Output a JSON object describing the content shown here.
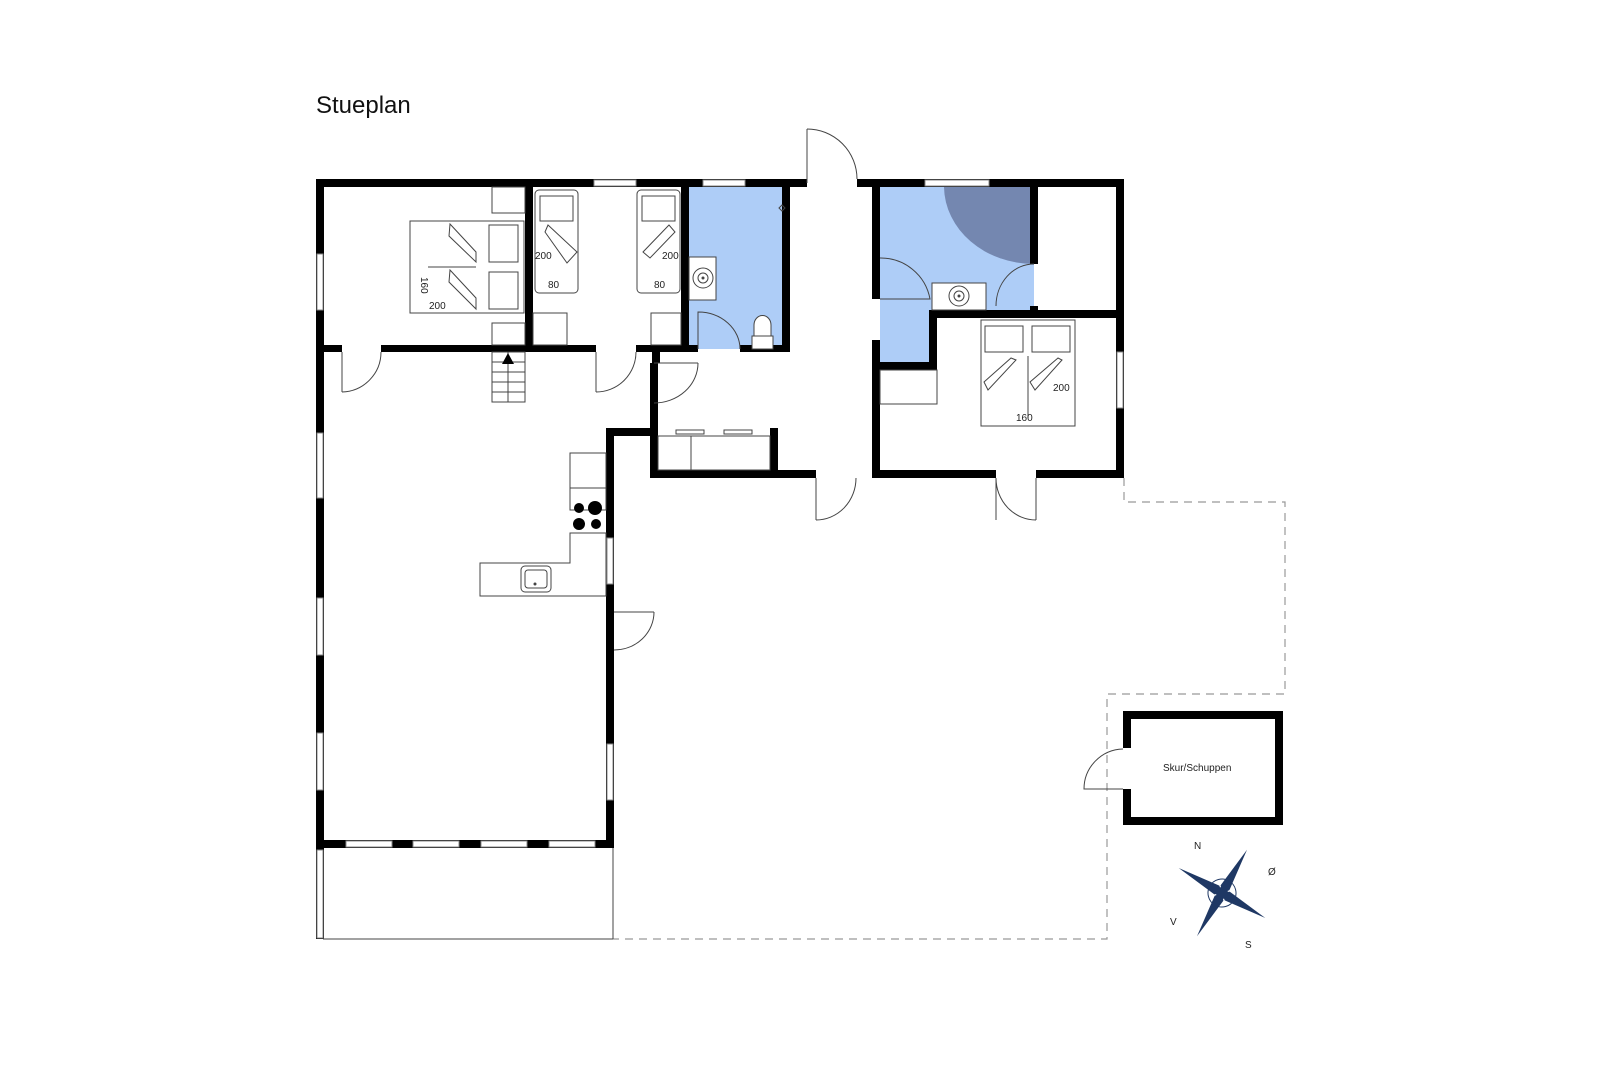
{
  "plan": {
    "title": "Stueplan",
    "colors": {
      "wall": "#000000",
      "bathroom": "#aecdf7",
      "shower": "#7487b0",
      "outline_dash": "#999999",
      "compass": "#1f3864"
    }
  },
  "rooms": {
    "bedroom1": {
      "bed_type": "double",
      "bed_length": "200",
      "bed_width": "160"
    },
    "bedroom2": {
      "beds": [
        {
          "length": "200",
          "width": "80"
        },
        {
          "length": "200",
          "width": "80"
        }
      ]
    },
    "bedroom3": {
      "bed_type": "double",
      "bed_length": "200",
      "bed_width": "160"
    },
    "shed": {
      "label": "Skur/Schuppen"
    }
  },
  "compass": {
    "north": "N",
    "east": "Ø",
    "south": "S",
    "west": "V"
  }
}
